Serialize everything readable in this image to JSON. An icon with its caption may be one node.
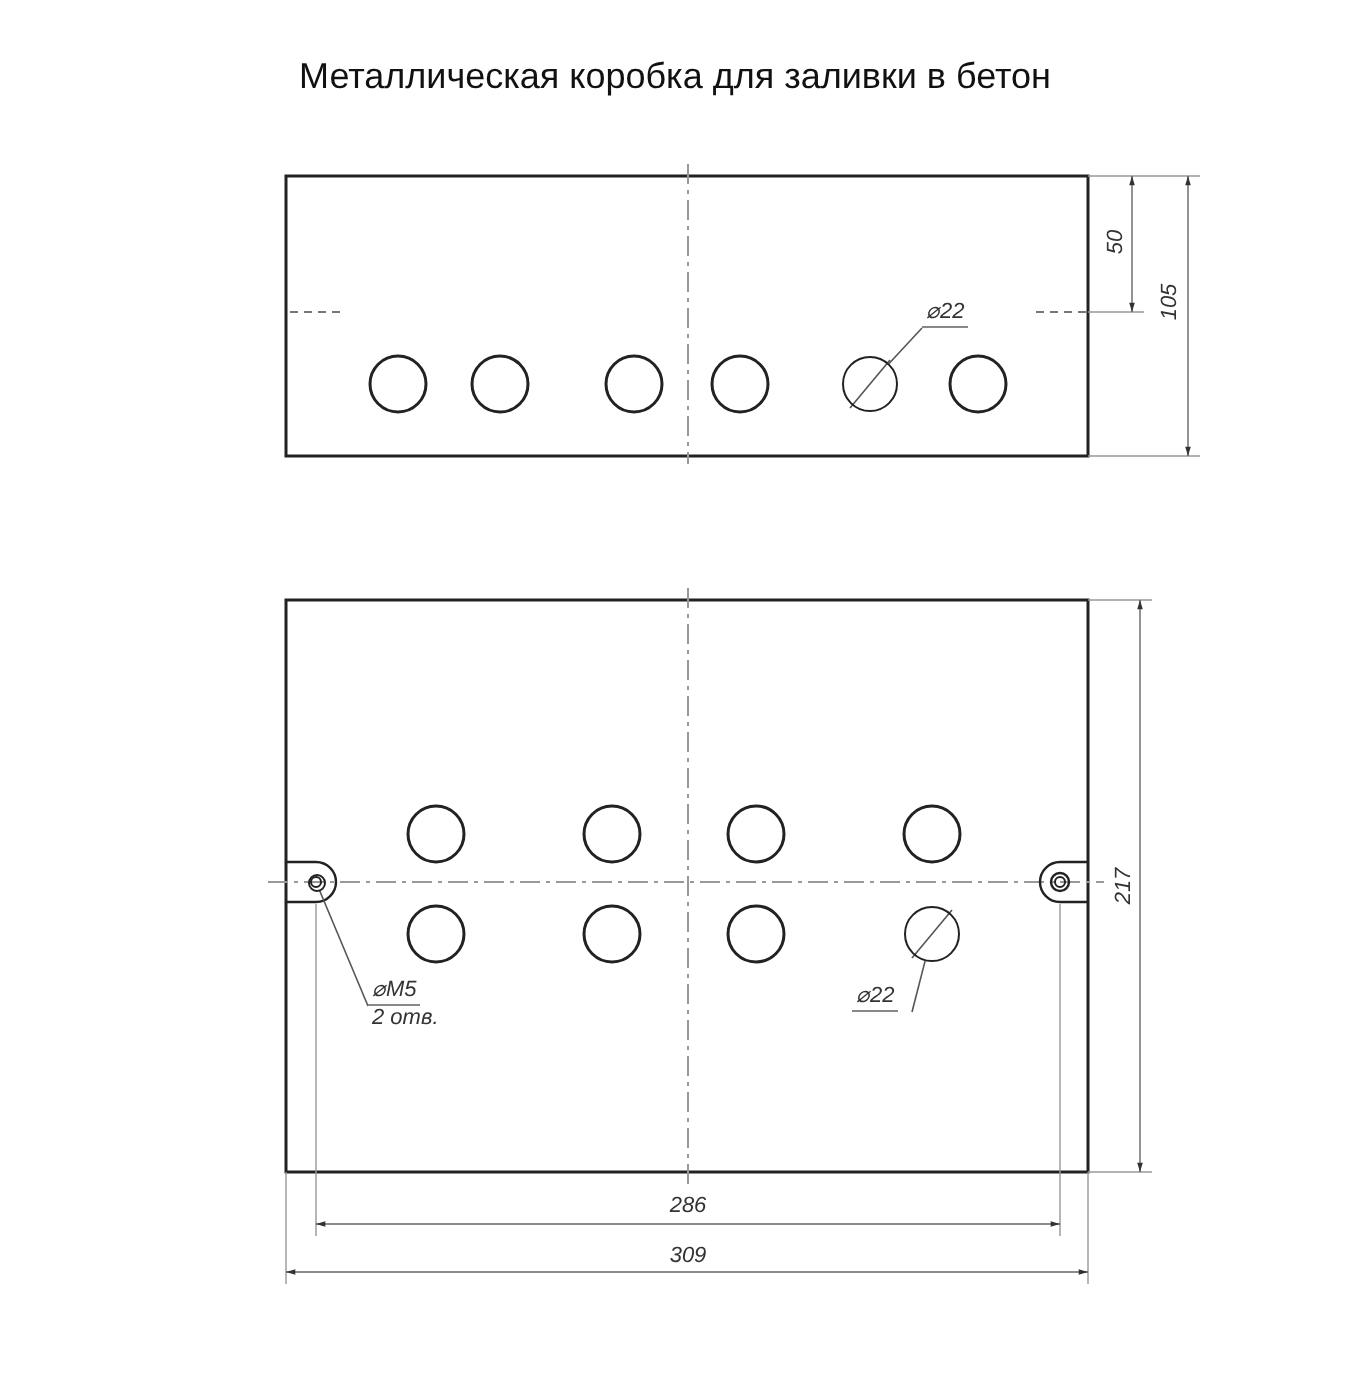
{
  "diagram": {
    "title": "Металлическая коробка для заливки в бетон",
    "nodes": [
      {
        "text": [
          "⌀22"
        ]
      },
      {
        "text": [],
        "shape": "circle"
      },
      {
        "text": [
          "⌀M5",
          "2 отв."
        ]
      },
      {
        "text": [],
        "shape": "circle"
      },
      {
        "text": [
          "⌀22"
        ]
      },
      {
        "text": [],
        "shape": "circle"
      }
    ],
    "edges": [
      {
        "from": 0,
        "to": 1,
        "arrow": "none"
      },
      {
        "from": 2,
        "to": 3,
        "arrow": "none"
      },
      {
        "from": 4,
        "to": 5,
        "arrow": "none"
      }
    ],
    "labels": [
      "50",
      "105",
      "217",
      "286",
      "309"
    ]
  }
}
